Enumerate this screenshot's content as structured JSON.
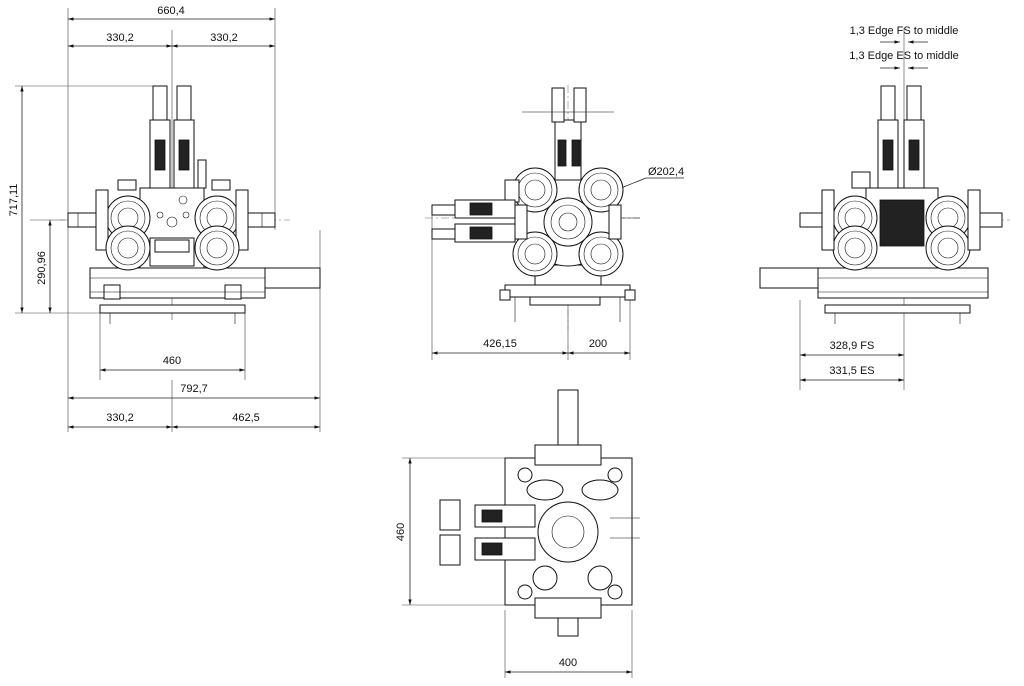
{
  "dimensions": {
    "front": {
      "overall_width_top": "660,4",
      "half_left_top": "330,2",
      "half_right_top": "330,2",
      "height_total": "717,11",
      "height_base": "290,96",
      "base_width": "460",
      "overall_width_bottom": "792,7",
      "left_offset_bottom": "330,2",
      "right_offset_bottom": "462,5"
    },
    "side": {
      "flange_diameter": "Ø202,4",
      "left_extent": "426,15",
      "right_extent": "200"
    },
    "rear": {
      "edge_fs_note": "1,3 Edge FS to middle",
      "edge_es_note": "1,3 Edge ES to middle",
      "fs_dimension": "328,9 FS",
      "es_dimension": "331,5 ES"
    },
    "top": {
      "height": "460",
      "width": "400"
    }
  }
}
